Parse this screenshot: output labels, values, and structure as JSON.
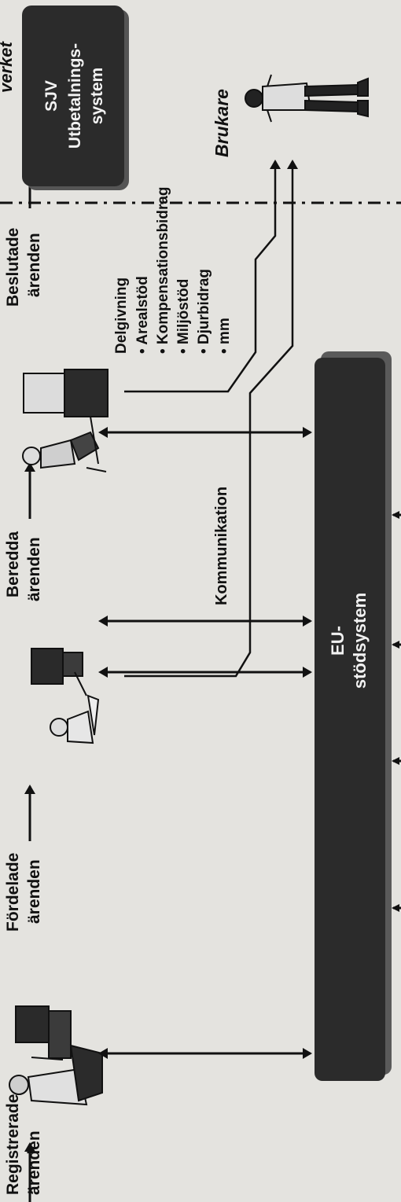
{
  "labels": {
    "registrerade_1": "Registrerade",
    "registrerade_2": "ärenden",
    "fordelade_1": "Fördelade",
    "fordelade_2": "ärenden",
    "beredda_1": "Beredda",
    "beredda_2": "ärenden",
    "beslutade_1": "Beslutade",
    "beslutade_2": "ärenden",
    "verket": "verket",
    "sjv_1": "SJV",
    "sjv_2": "Utbetalnings-",
    "sjv_3": "system",
    "brukare": "Brukare",
    "delgivning_title": "Delgivning",
    "delgivning_items": [
      "• Arealstöd",
      "• Kompensationsbidrag",
      "• Miljöstöd",
      "• Djurbidrag",
      "• mm"
    ],
    "kommunikation": "Kommunikation",
    "eu_1": "EU-",
    "eu_2": "stödsystem"
  },
  "colors": {
    "background": "#e4e3df",
    "ink": "#111111",
    "box_fill": "#2b2b2b",
    "box_text": "#f2f2f2"
  },
  "icons": {
    "workstation_1": "person-at-computer-icon",
    "workstation_2": "person-at-computer-icon",
    "workstation_3": "person-at-computer-icon",
    "user": "standing-person-icon"
  }
}
